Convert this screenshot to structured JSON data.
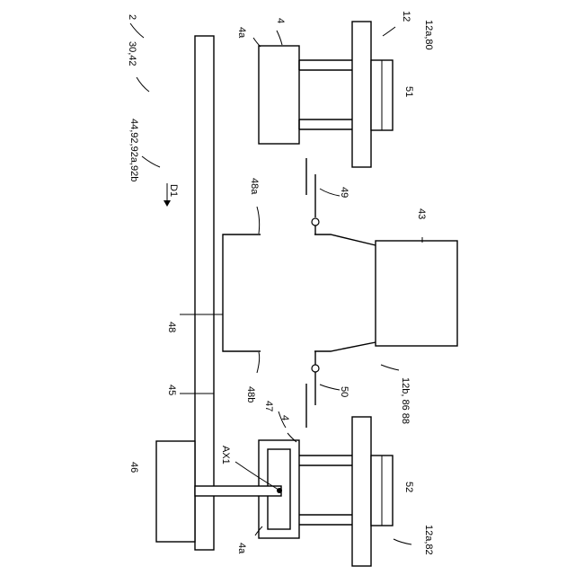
{
  "labels": {
    "l2": "2",
    "l30_42": "30,42",
    "l44": "44,92,92a,92b",
    "lD1": "D1",
    "l4a_top": "4a",
    "l4_top": "4",
    "l12": "12",
    "l12a80": "12a,80",
    "l51": "51",
    "l48a": "48a",
    "l49": "49",
    "l43": "43",
    "l48": "48",
    "l45": "45",
    "l48b": "48b",
    "l50": "50",
    "l12b": "12b, 86 88",
    "l46": "46",
    "lAX1": "AX1",
    "l47": "47",
    "l4_bot": "4",
    "l52": "52",
    "l4a_bot": "4a",
    "l12a82": "12a,82"
  }
}
